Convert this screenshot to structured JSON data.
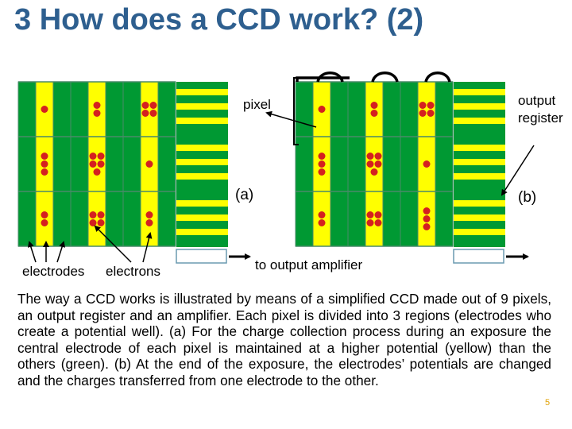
{
  "slide": {
    "title": "3 How does a CCD work? (2)",
    "page_number": "5"
  },
  "diagram": {
    "labels": {
      "pixel": "pixel",
      "output_register": "output register",
      "a": "(a)",
      "b": "(b)",
      "electrodes": "electrodes",
      "electrons": "electrons",
      "to_output_amplifier": "to output amplifier"
    },
    "colors": {
      "electrode_low": "#009933",
      "electrode_high": "#ffff00",
      "grid_line": "#4a8a6a",
      "electron": "#d42020",
      "register": "#ffffff",
      "register_border": "#6a9ab0"
    },
    "electron_counts": {
      "a": [
        [
          1,
          2,
          4
        ],
        [
          3,
          5,
          1
        ],
        [
          2,
          4,
          2
        ]
      ],
      "b": [
        [
          1,
          2,
          4
        ],
        [
          3,
          5,
          1
        ],
        [
          2,
          4,
          3
        ]
      ]
    }
  },
  "body": {
    "text": "The way a CCD works is illustrated by means of a simplified CCD made out of 9 pixels, an output register and an amplifier. Each pixel is divided into 3 regions (electrodes who create a potential well). (a) For the charge collection process during an exposure the central electrode of each pixel is maintained at a higher potential (yellow) than the others (green). (b) At the end of the exposure, the electrodes’ potentials are changed and the charges transferred from one electrode to the other."
  }
}
